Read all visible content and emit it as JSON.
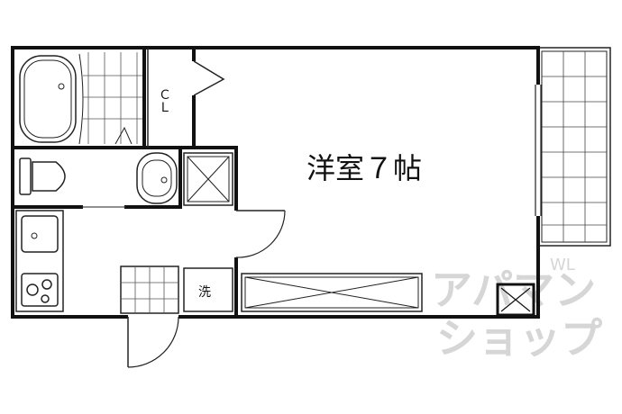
{
  "rooms": {
    "western_room_label": "洋室７帖",
    "closet_label": "ＣＬ",
    "laundry_label": "洗"
  },
  "watermark": {
    "line1": "アパマン",
    "line2": "ショップ",
    "wl": "WL"
  }
}
